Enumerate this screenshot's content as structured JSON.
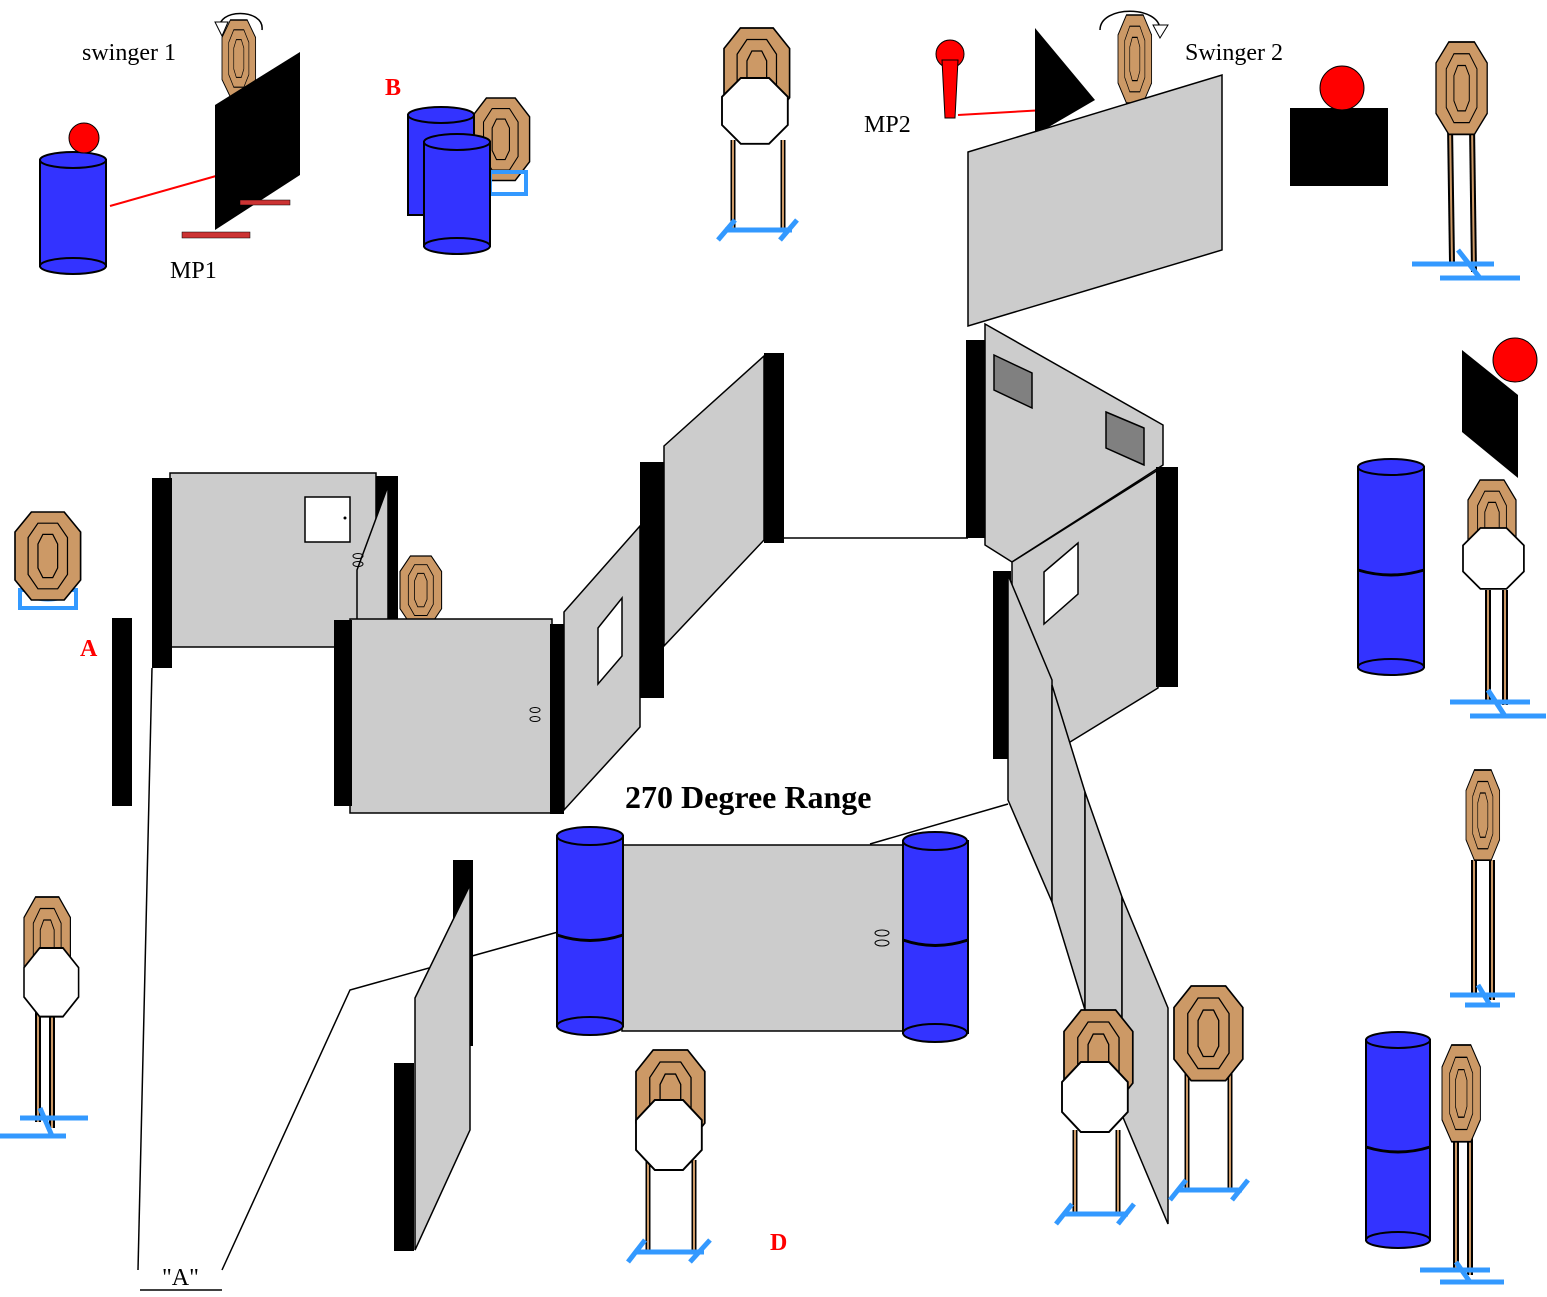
{
  "title": "270 Degree Range",
  "labels": {
    "swinger1": "swinger 1",
    "swinger2": "Swinger 2",
    "mp1": "MP1",
    "mp2": "MP2",
    "pos_a": "A",
    "pos_b": "B",
    "pos_d": "D",
    "start_a": "\"A\""
  },
  "colors": {
    "wall": "#cccccc",
    "wall_edge": "#000000",
    "barrel": "#3333ff",
    "steel": "#ff0000",
    "target": "#cc9966",
    "stand_base": "#3399ff",
    "red_label": "#ff0000"
  },
  "icons": [
    "cardboard-target-icon",
    "no-shoot-target-icon",
    "steel-popper-icon",
    "barrel-icon",
    "swinger-icon"
  ]
}
